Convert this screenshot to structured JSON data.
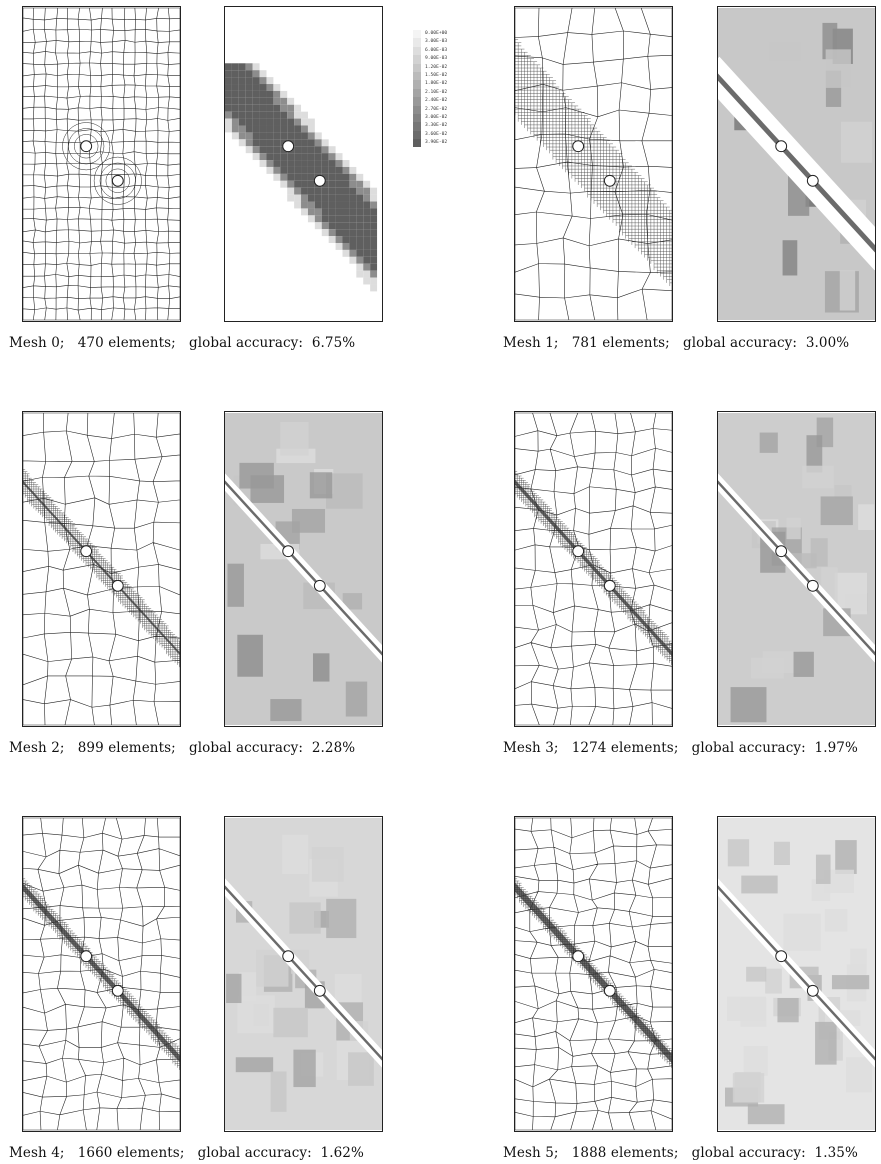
{
  "figure": {
    "legend": {
      "items": [
        {
          "label": "0.00E+00",
          "color": "#f4f4f4"
        },
        {
          "label": "3.00E-03",
          "color": "#e9e9e9"
        },
        {
          "label": "6.00E-03",
          "color": "#dddddd"
        },
        {
          "label": "9.00E-03",
          "color": "#d2d2d2"
        },
        {
          "label": "1.20E-02",
          "color": "#c7c7c7"
        },
        {
          "label": "1.50E-02",
          "color": "#bbbbbb"
        },
        {
          "label": "1.80E-02",
          "color": "#b0b0b0"
        },
        {
          "label": "2.10E-02",
          "color": "#a4a4a4"
        },
        {
          "label": "2.40E-02",
          "color": "#999999"
        },
        {
          "label": "2.70E-02",
          "color": "#8d8d8d"
        },
        {
          "label": "3.00E-02",
          "color": "#828282"
        },
        {
          "label": "3.30E-02",
          "color": "#767676"
        },
        {
          "label": "3.60E-02",
          "color": "#6b6b6b"
        },
        {
          "label": "3.90E-02",
          "color": "#5f5f5f"
        }
      ]
    },
    "meshes": [
      {
        "caption": "Mesh 0;   470 elements;   global accuracy:  6.75%",
        "mesh_level": 0,
        "error_background": "#ffffff"
      },
      {
        "caption": "Mesh 1;   781 elements;   global accuracy:  3.00%",
        "mesh_level": 1,
        "error_background": "#c8c8c8"
      },
      {
        "caption": "Mesh 2;   899 elements;   global accuracy:  2.28%",
        "mesh_level": 2,
        "error_background": "#c9c9c9"
      },
      {
        "caption": "Mesh 3;   1274 elements;   global accuracy:  1.97%",
        "mesh_level": 3,
        "error_background": "#cdcdcd"
      },
      {
        "caption": "Mesh 4;   1660 elements;   global accuracy:  1.62%",
        "mesh_level": 4,
        "error_background": "#d7d7d7"
      },
      {
        "caption": "Mesh 5;   1888 elements;   global accuracy:  1.35%",
        "mesh_level": 5,
        "error_background": "#e4e4e4"
      }
    ]
  }
}
